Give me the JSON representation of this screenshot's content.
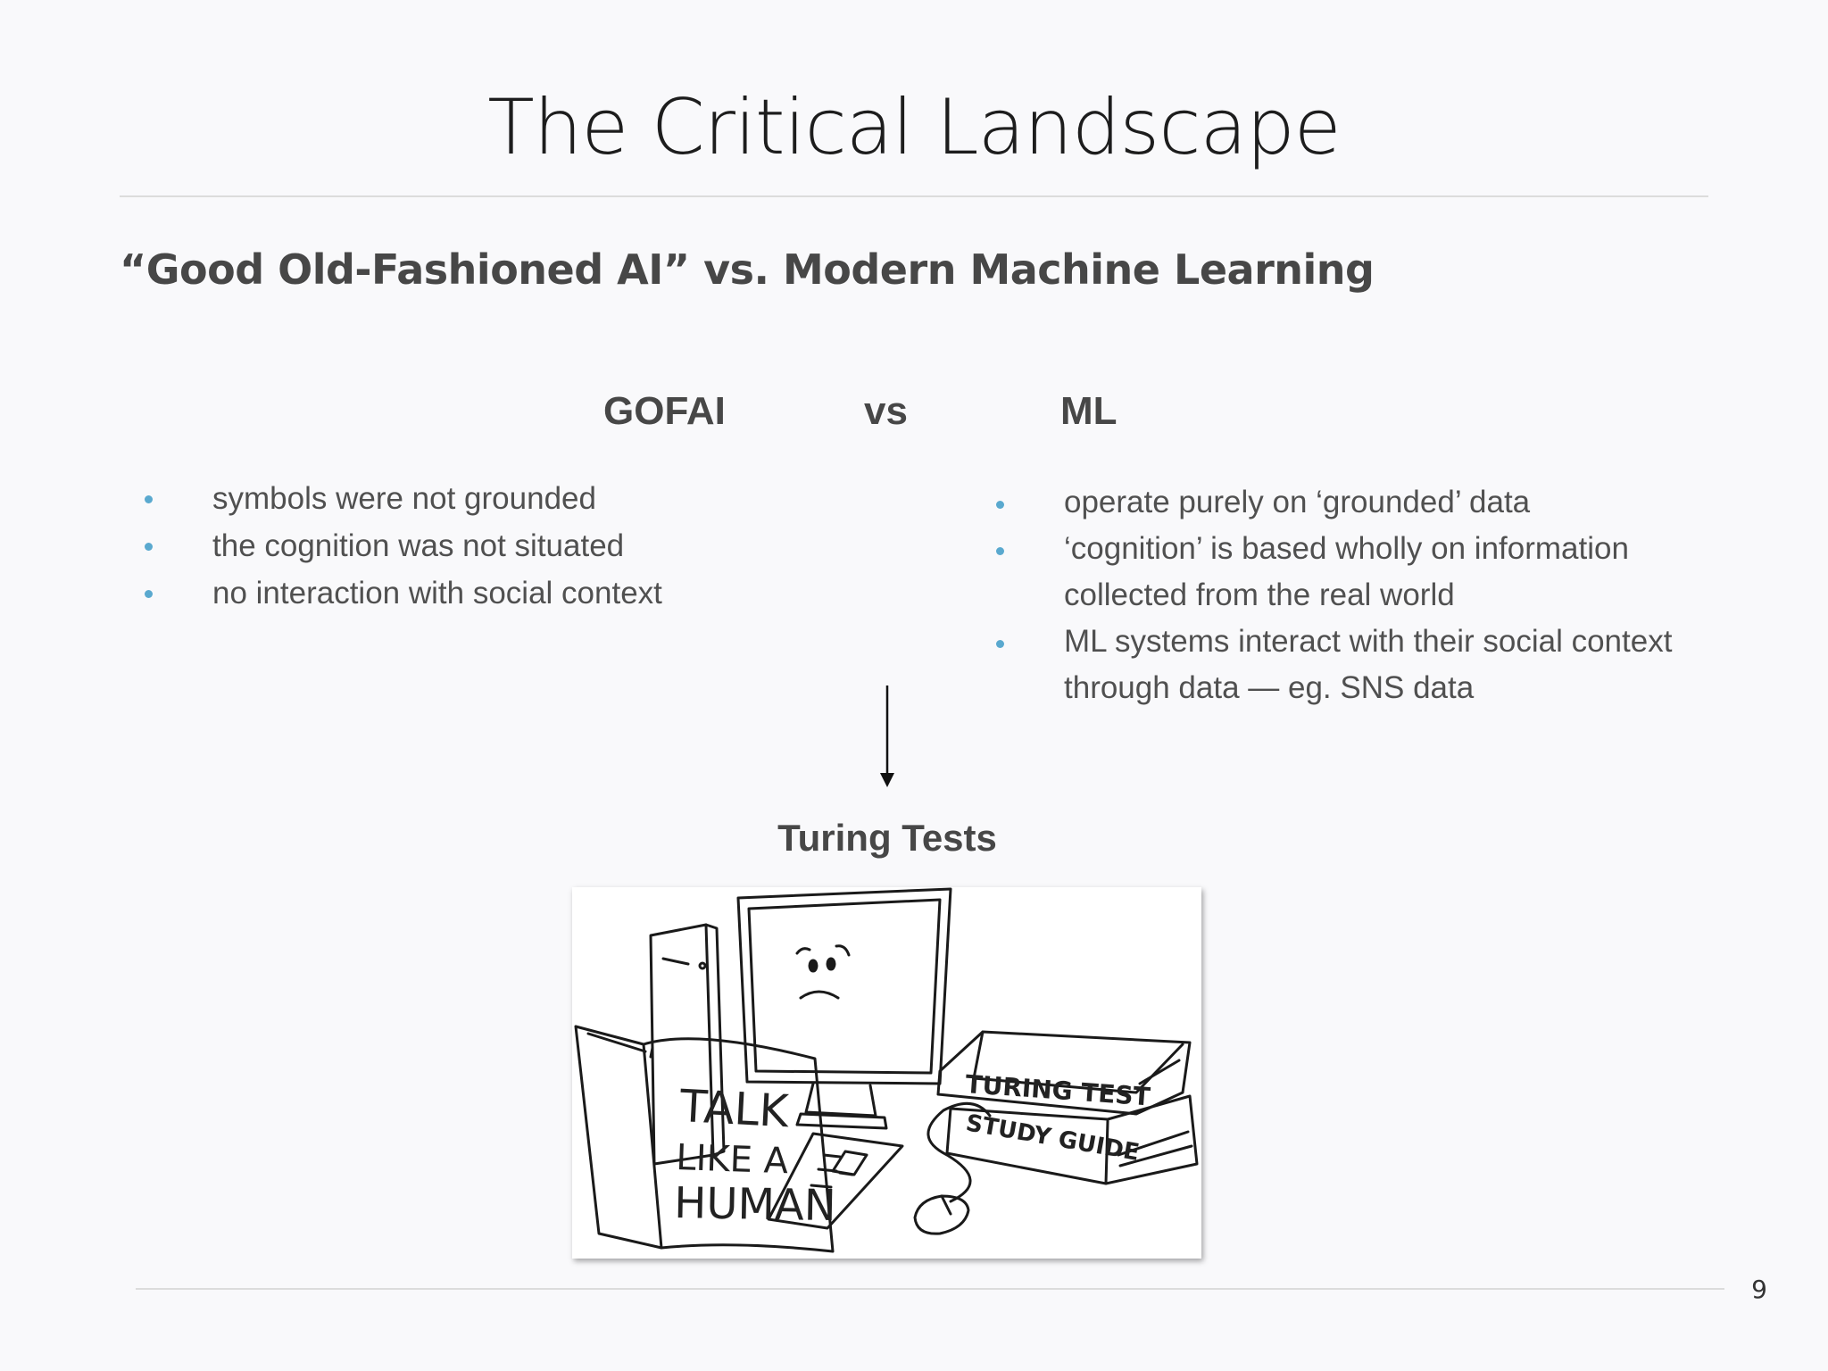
{
  "slide": {
    "title": "The Critical Landscape",
    "subtitle": "“Good Old-Fashioned AI” vs. Modern Machine Learning",
    "page_number": "9"
  },
  "comparison": {
    "left_heading": "GOFAI",
    "vs_label": "vs",
    "right_heading": "ML",
    "left_points": [
      "symbols were not grounded",
      "the cognition was not situated",
      "no interaction with social context"
    ],
    "right_points": [
      "operate purely on ‘grounded’ data",
      "‘cognition’ is based wholly on information collected from the real world",
      "ML systems interact with their social context through data — eg. SNS data"
    ],
    "result_label": "Turing Tests"
  },
  "illustration": {
    "book_cover_lines": [
      "TALK",
      "LIKE A",
      "HUMAN"
    ],
    "top_book_label": "TURING TEST",
    "bottom_book_label": "STUDY GUIDE"
  },
  "colors": {
    "bullet": "#5aa9cf",
    "heading": "#474747",
    "body": "#505050",
    "background": "#f9f9fb"
  }
}
